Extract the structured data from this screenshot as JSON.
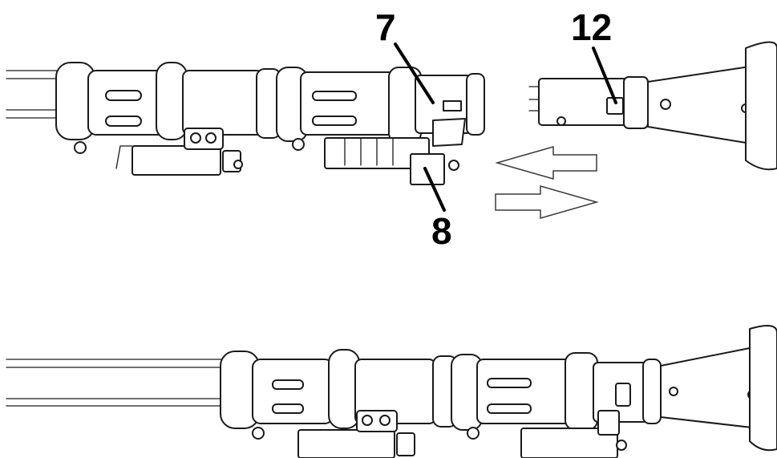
{
  "callouts": {
    "seven": "7",
    "twelve": "12",
    "eight": "8"
  },
  "colors": {
    "line": "#1a1a1a",
    "background": "#ffffff"
  }
}
